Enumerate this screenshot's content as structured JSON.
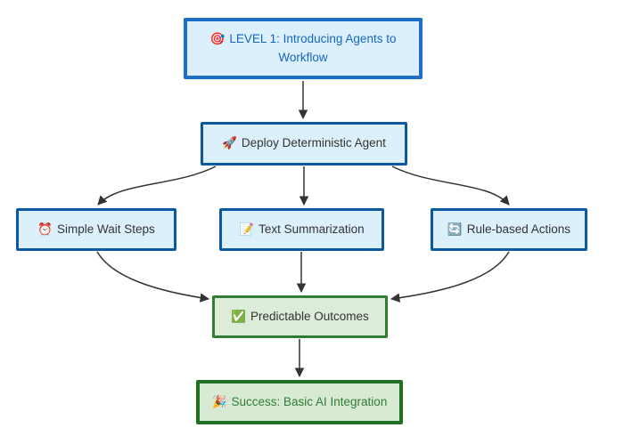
{
  "diagram": {
    "type": "flowchart",
    "direction": "top-down",
    "nodes": {
      "level1": {
        "icon": "🎯",
        "label": "LEVEL 1: Introducing Agents to Workflow"
      },
      "deploy": {
        "icon": "🚀",
        "label": "Deploy Deterministic Agent"
      },
      "wait": {
        "icon": "⏰",
        "label": "Simple Wait Steps"
      },
      "summarize": {
        "icon": "📝",
        "label": "Text Summarization"
      },
      "rules": {
        "icon": "🔄",
        "label": "Rule-based Actions"
      },
      "outcomes": {
        "icon": "✅",
        "label": "Predictable Outcomes"
      },
      "success": {
        "icon": "🎉",
        "label": "Success: Basic AI Integration"
      }
    },
    "edges": [
      {
        "from": "level1",
        "to": "deploy"
      },
      {
        "from": "deploy",
        "to": "wait"
      },
      {
        "from": "deploy",
        "to": "summarize"
      },
      {
        "from": "deploy",
        "to": "rules"
      },
      {
        "from": "wait",
        "to": "outcomes"
      },
      {
        "from": "summarize",
        "to": "outcomes"
      },
      {
        "from": "rules",
        "to": "outcomes"
      },
      {
        "from": "outcomes",
        "to": "success"
      }
    ],
    "colors": {
      "background": "#ffffff",
      "blue_fill": "#dcf0fc",
      "blue_border": "#0b58a3",
      "blue_title_border": "#1d6fc6",
      "blue_text": "#1565c0",
      "dark_text": "#333333",
      "green_fill": "#dcecd8",
      "green_border": "#2f7e33",
      "green_title_border": "#20701f",
      "green_text": "#2e7d32",
      "edge_color": "#333333"
    }
  }
}
